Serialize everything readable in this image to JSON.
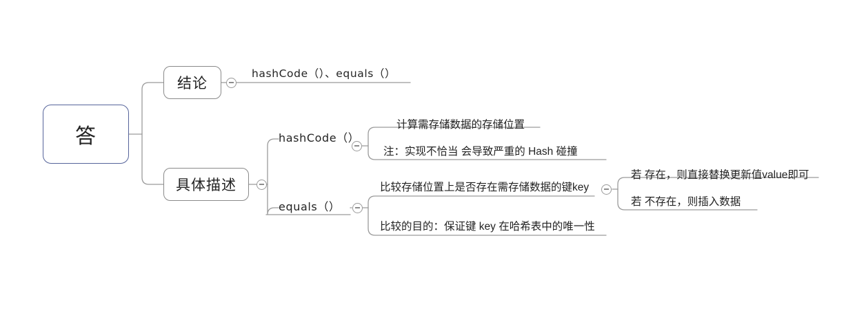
{
  "diagram": {
    "type": "mindmap",
    "background_color": "#ffffff",
    "root_border_color": "#55639a",
    "branch_border_color": "#8a8a8a",
    "connector_color": "#9a9a9a",
    "text_color": "#232323"
  },
  "root": {
    "label": "答"
  },
  "branches": [
    {
      "id": "conclusion",
      "label": "结论",
      "toggle": "collapse-toggle",
      "children": [
        {
          "id": "conclusion-methods",
          "label": "hashCode（）、equals（）"
        }
      ]
    },
    {
      "id": "detail",
      "label": "具体描述",
      "toggle": "collapse-toggle",
      "children": [
        {
          "id": "hashcode",
          "label": "hashCode（）",
          "toggle": "collapse-toggle",
          "children": [
            {
              "id": "hashcode-purpose",
              "label": "计算需存储数据的存储位置"
            },
            {
              "id": "hashcode-note",
              "label": "注：实现不恰当 会导致严重的 Hash 碰撞"
            }
          ]
        },
        {
          "id": "equals",
          "label": "equals（）",
          "toggle": "collapse-toggle",
          "children": [
            {
              "id": "equals-compare",
              "label": "比较存储位置上是否存在需存储数据的键key",
              "toggle": "collapse-toggle",
              "children": [
                {
                  "id": "equals-exists",
                  "label": "若 存在，则直接替换更新值value即可"
                },
                {
                  "id": "equals-not-exists",
                  "label": "若 不存在，则插入数据"
                }
              ]
            },
            {
              "id": "equals-goal",
              "label": "比较的目的：保证键 key 在哈希表中的唯一性"
            }
          ]
        }
      ]
    }
  ]
}
